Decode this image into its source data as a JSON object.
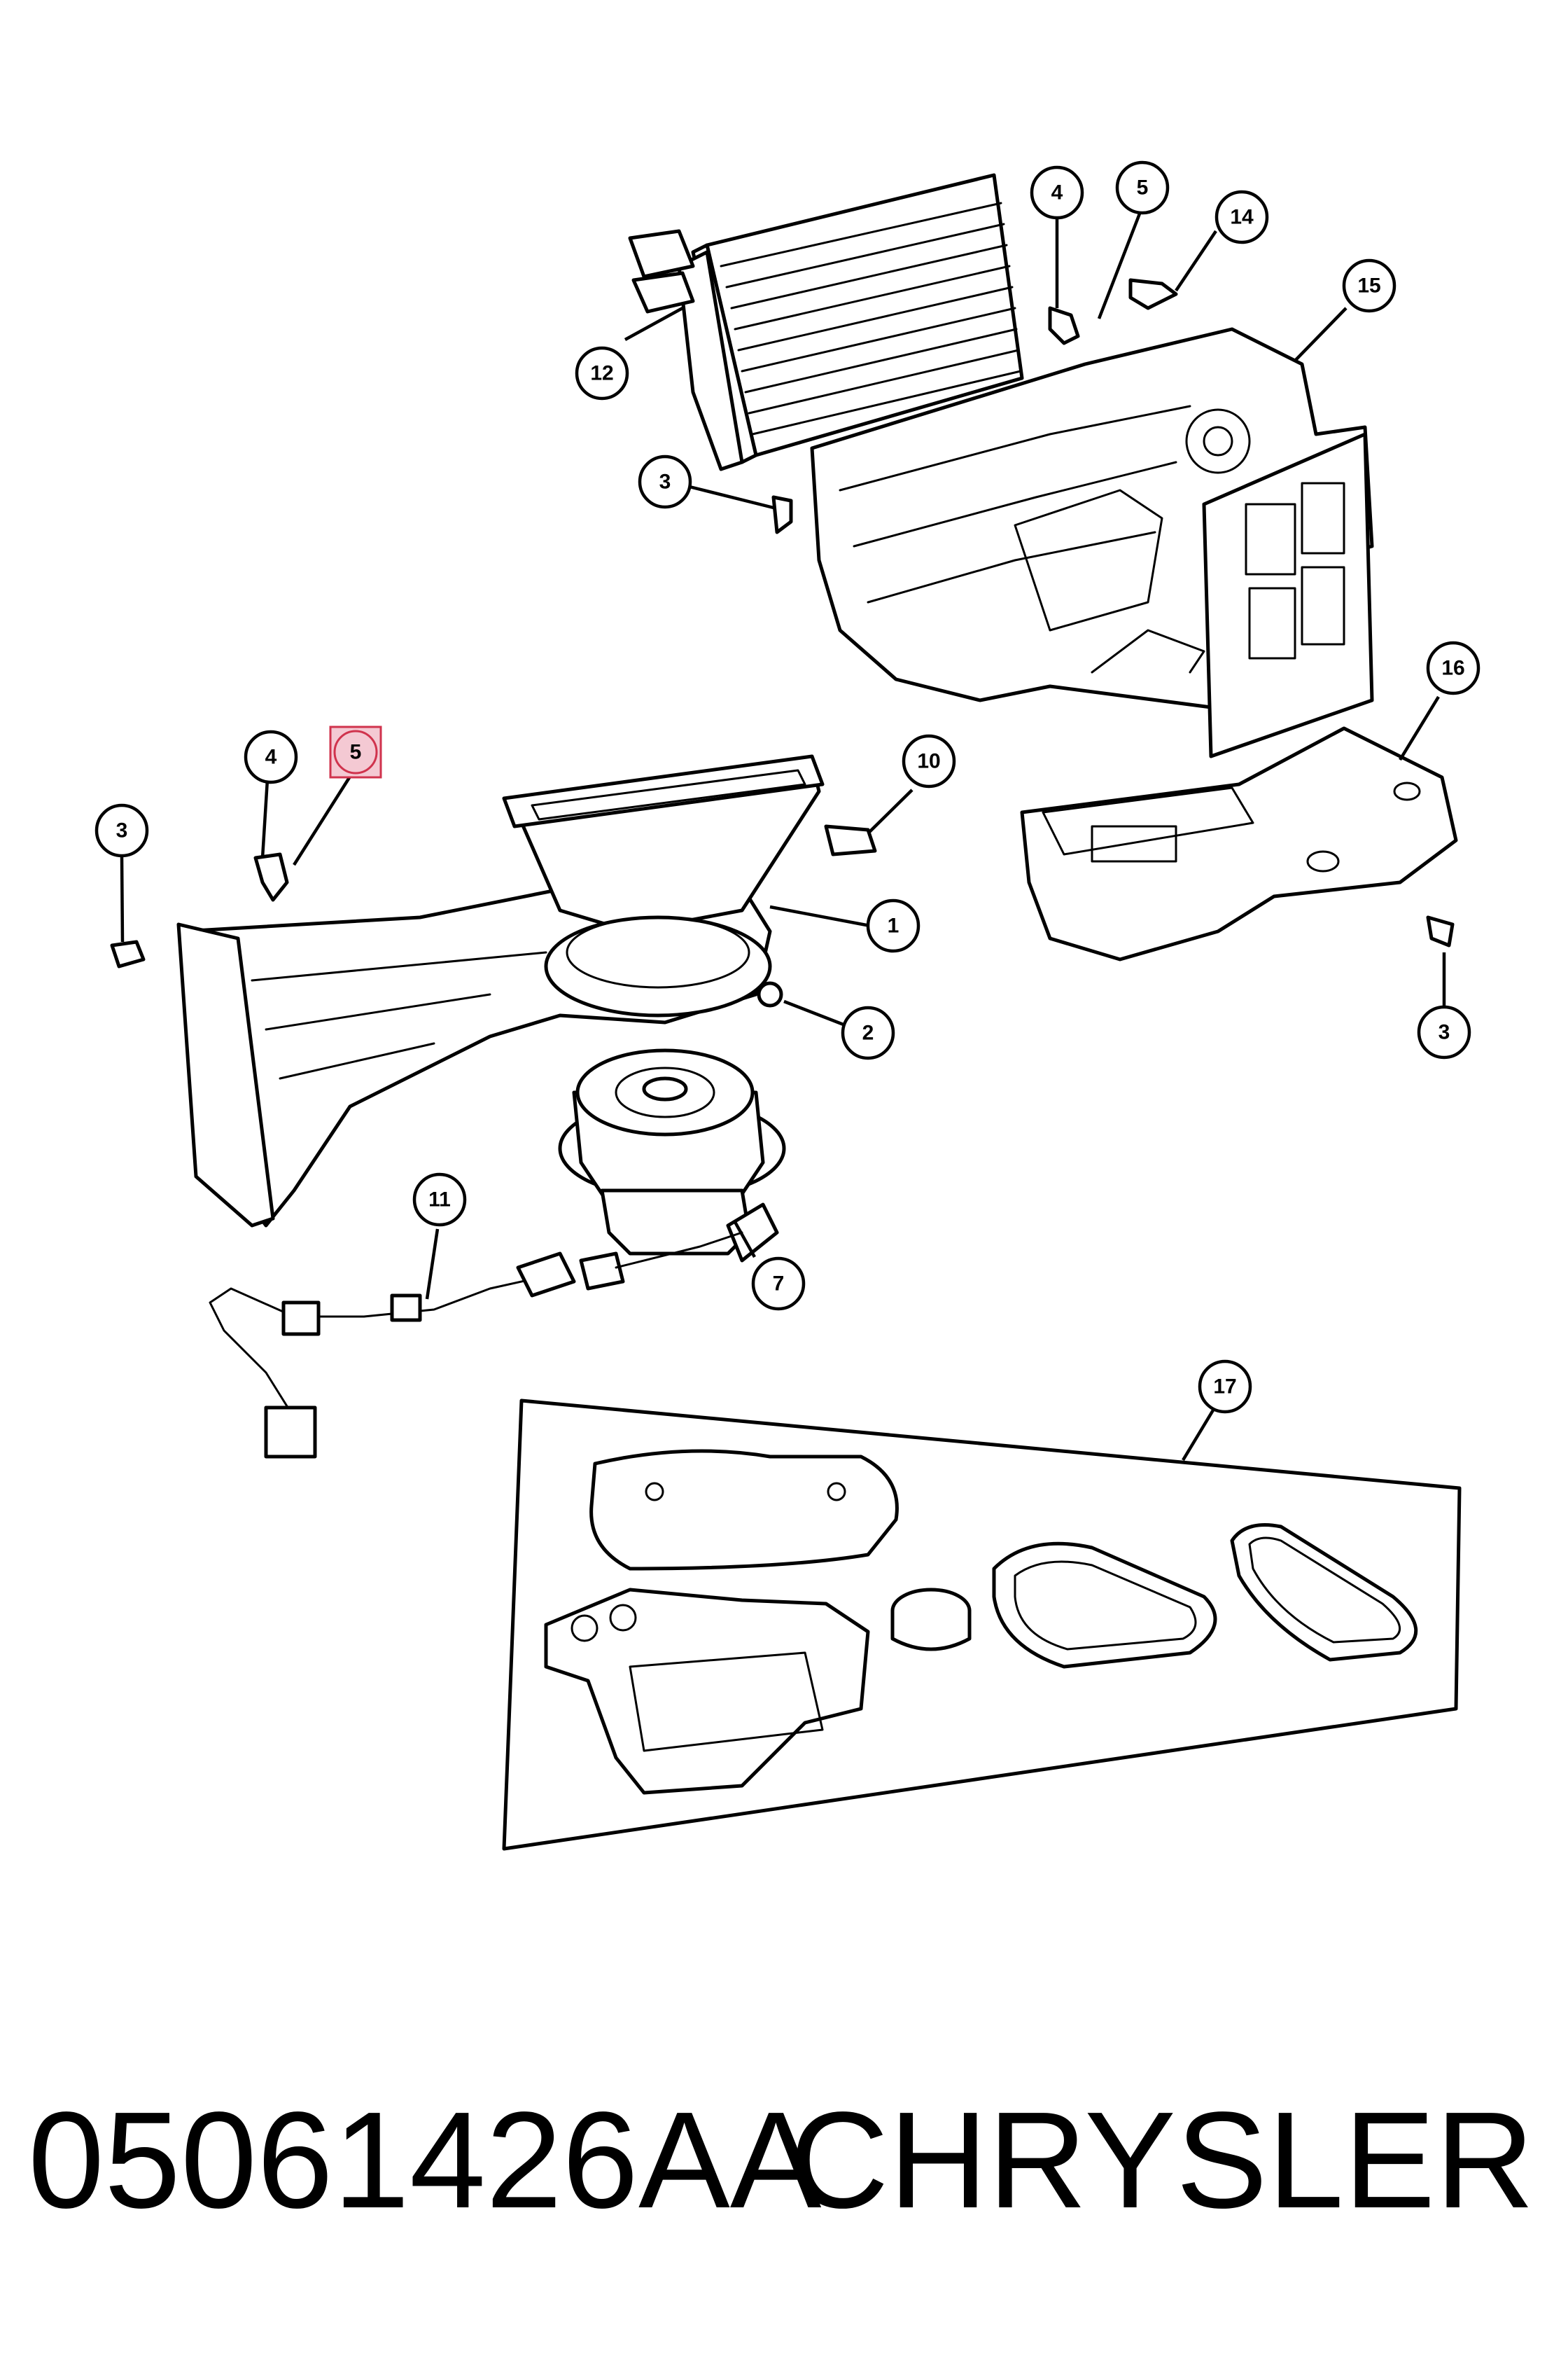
{
  "callouts": [
    {
      "id": "c1",
      "label": "1"
    },
    {
      "id": "c2",
      "label": "2"
    },
    {
      "id": "c3a",
      "label": "3"
    },
    {
      "id": "c3b",
      "label": "3"
    },
    {
      "id": "c3c",
      "label": "3"
    },
    {
      "id": "c4a",
      "label": "4"
    },
    {
      "id": "c4b",
      "label": "4"
    },
    {
      "id": "c5a",
      "label": "5",
      "highlighted": true
    },
    {
      "id": "c5b",
      "label": "5"
    },
    {
      "id": "c7",
      "label": "7"
    },
    {
      "id": "c10",
      "label": "10"
    },
    {
      "id": "c11",
      "label": "11"
    },
    {
      "id": "c12",
      "label": "12"
    },
    {
      "id": "c14",
      "label": "14"
    },
    {
      "id": "c15",
      "label": "15"
    },
    {
      "id": "c16",
      "label": "16"
    },
    {
      "id": "c17",
      "label": "17"
    }
  ],
  "footer": {
    "part_number": "05061426AA",
    "brand": "CHRYSLER"
  },
  "colors": {
    "line": "#000000",
    "highlight_fill": "#f4c9d3",
    "highlight_stroke": "#d0334d"
  }
}
